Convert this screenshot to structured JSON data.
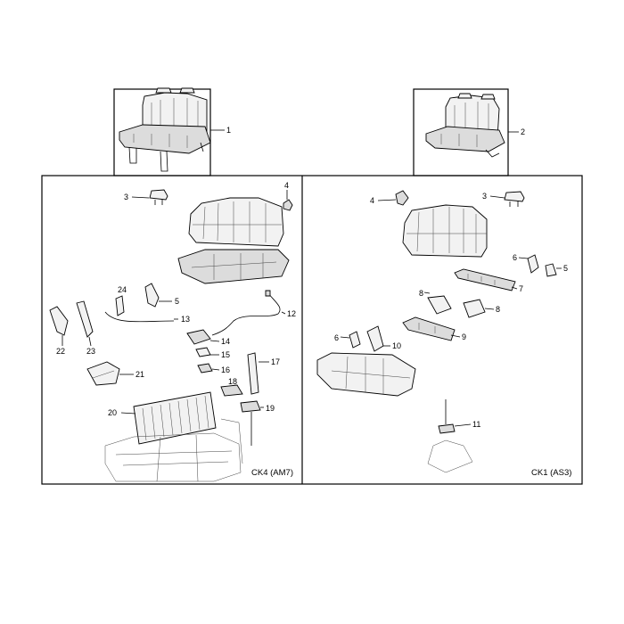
{
  "callouts": {
    "c1": "1",
    "c2": "2",
    "l3": "3",
    "l4": "4",
    "l5": "5",
    "l12": "12",
    "l13": "13",
    "l14": "14",
    "l15": "15",
    "l16": "16",
    "l17": "17",
    "l18": "18",
    "l19": "19",
    "l20": "20",
    "l21": "21",
    "l22": "22",
    "l23": "23",
    "l24": "24",
    "r3": "3",
    "r4": "4",
    "r5": "5",
    "r6a": "6",
    "r6b": "6",
    "r7": "7",
    "r8a": "8",
    "r8b": "8",
    "r9": "9",
    "r10": "10",
    "r11": "11"
  },
  "captions": {
    "left": "CK4 (AM7)",
    "right": "CK1 (AS3)"
  }
}
